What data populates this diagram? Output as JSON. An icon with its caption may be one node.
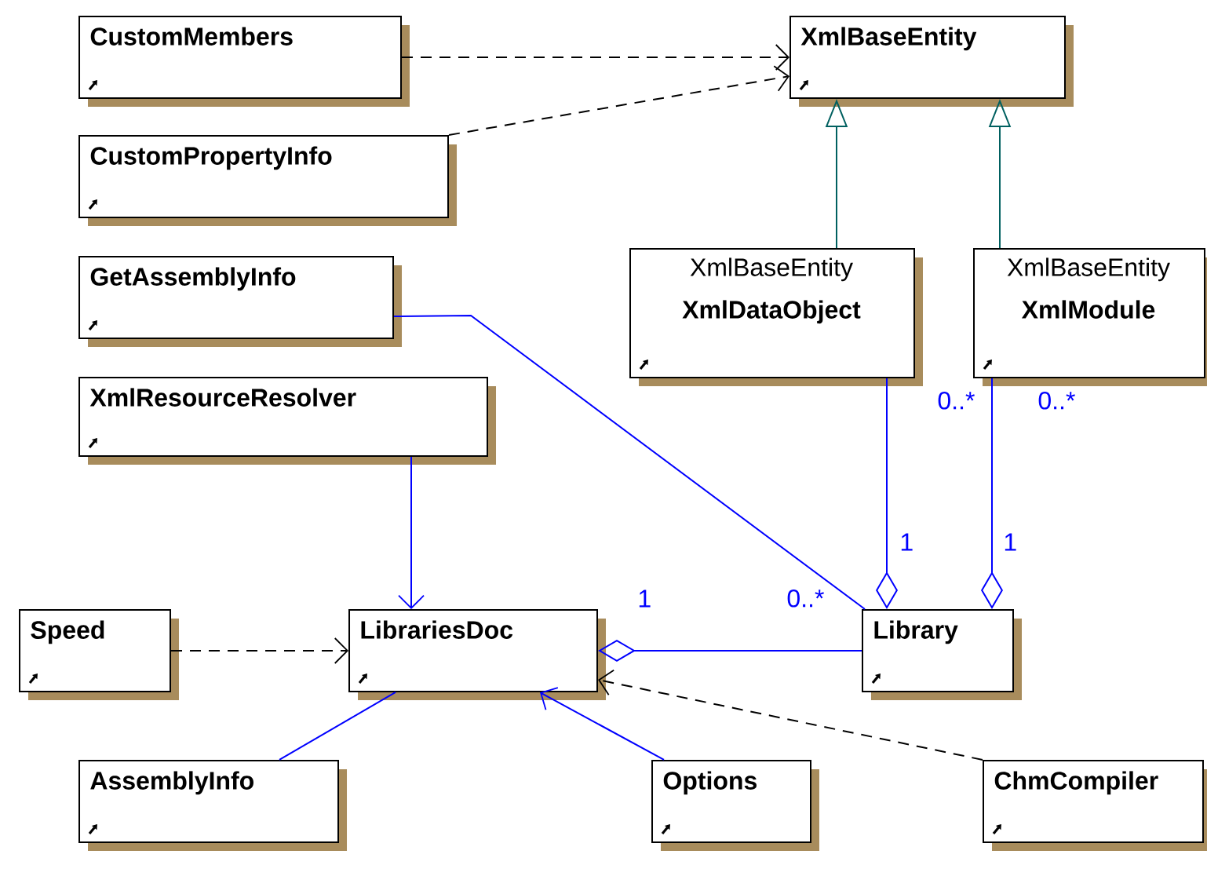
{
  "diagram": {
    "nodes": [
      {
        "text": [
          "CustomMembers"
        ]
      },
      {
        "text": [
          "CustomPropertyInfo"
        ]
      },
      {
        "text": [
          "XmlBaseEntity"
        ]
      },
      {
        "text": [
          "GetAssemblyInfo"
        ]
      },
      {
        "text": [
          "XmlBaseEntity",
          "XmlDataObject"
        ]
      },
      {
        "text": [
          "XmlBaseEntity",
          "XmlModule"
        ]
      },
      {
        "text": [
          "XmlResourceResolver"
        ]
      },
      {
        "text": [
          "Speed"
        ]
      },
      {
        "text": [
          "LibrariesDoc"
        ]
      },
      {
        "text": [
          "Library"
        ]
      },
      {
        "text": [
          "AssemblyInfo"
        ]
      },
      {
        "text": [
          "Options"
        ]
      },
      {
        "text": [
          "ChmCompiler"
        ]
      }
    ],
    "edges": [
      {
        "from": 0,
        "to": 2,
        "arrow": "to",
        "style": "dashed",
        "color": "#000000"
      },
      {
        "from": 1,
        "to": 2,
        "arrow": "to",
        "style": "dashed",
        "color": "#000000"
      },
      {
        "from": 4,
        "to": 2,
        "arrow": "to",
        "color": "#006060"
      },
      {
        "from": 5,
        "to": 2,
        "arrow": "to",
        "color": "#006060"
      },
      {
        "from": 3,
        "to": 9,
        "arrow": "none"
      },
      {
        "from": 4,
        "to": 9,
        "arrow": "other"
      },
      {
        "from": 5,
        "to": 9,
        "arrow": "other"
      },
      {
        "from": 6,
        "to": 8,
        "arrow": "to"
      },
      {
        "from": 7,
        "to": 8,
        "arrow": "to",
        "style": "dashed",
        "color": "#000000"
      },
      {
        "from": 9,
        "to": 8,
        "arrow": "other"
      },
      {
        "from": 10,
        "to": 8,
        "arrow": "none"
      },
      {
        "from": 11,
        "to": 8,
        "arrow": "to"
      },
      {
        "from": 12,
        "to": 8,
        "arrow": "to",
        "style": "dashed",
        "color": "#000000"
      }
    ],
    "labels": [
      "0..*",
      "0..*",
      "1",
      "1",
      "1",
      "0..*"
    ]
  }
}
